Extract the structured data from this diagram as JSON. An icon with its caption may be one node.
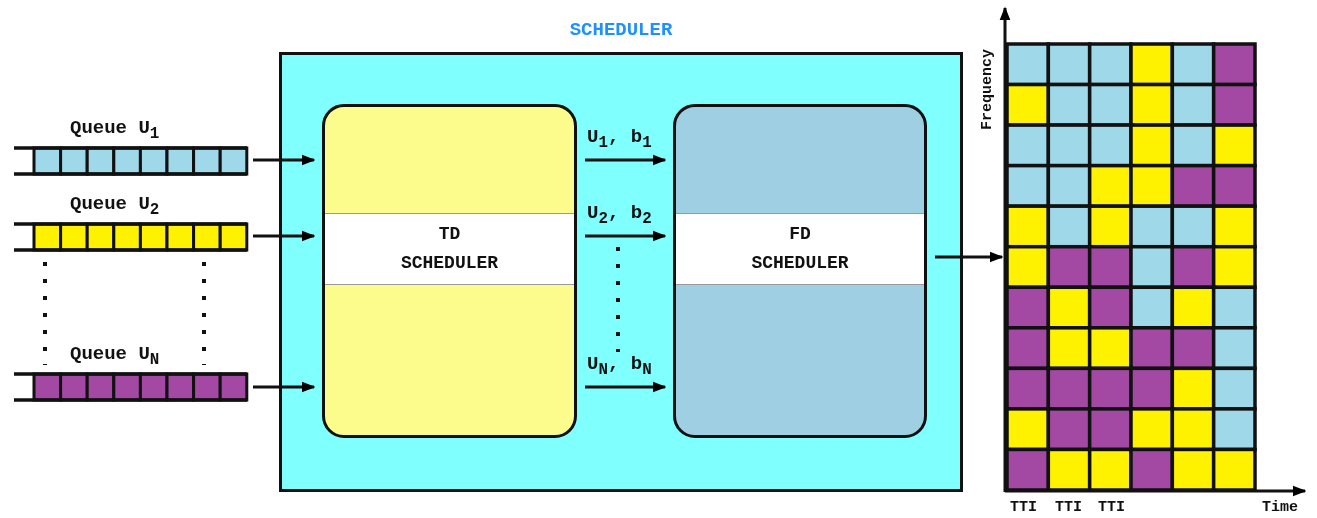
{
  "diagram": {
    "nodes": [
      {
        "text": [
          "SCHEDULER"
        ]
      },
      {
        "text": [
          "Queue U$_{1}$"
        ]
      },
      {
        "text": [
          "Queue U$_{2}$"
        ]
      },
      {
        "text": [
          "Queue U$_{N}$"
        ]
      },
      {
        "text": [
          "TD SCHEDULER"
        ],
        "in": 0
      },
      {
        "text": [
          "FD SCHEDULER"
        ],
        "in": 0
      },
      {
        "text": [],
        "shape": "picture"
      }
    ],
    "edges": [
      {
        "from": 1,
        "to": 4,
        "arrow": "to"
      },
      {
        "from": 2,
        "to": 4,
        "arrow": "to"
      },
      {
        "from": 3,
        "to": 4,
        "arrow": "to"
      },
      {
        "from": 4,
        "to": 5,
        "arrow": "to",
        "label": "U$_{1}$, b$_{1}$"
      },
      {
        "from": 4,
        "to": 5,
        "arrow": "to",
        "label": "U$_{2}$, b$_{2}$"
      },
      {
        "from": 4,
        "to": 5,
        "arrow": "to",
        "label": "U$_{N}$, b$_{N}$"
      },
      {
        "from": 5,
        "to": 6,
        "arrow": "to"
      }
    ],
    "labels": [
      "Frequency",
      "TTI",
      "TTI",
      "TTI",
      "Time"
    ]
  }
}
